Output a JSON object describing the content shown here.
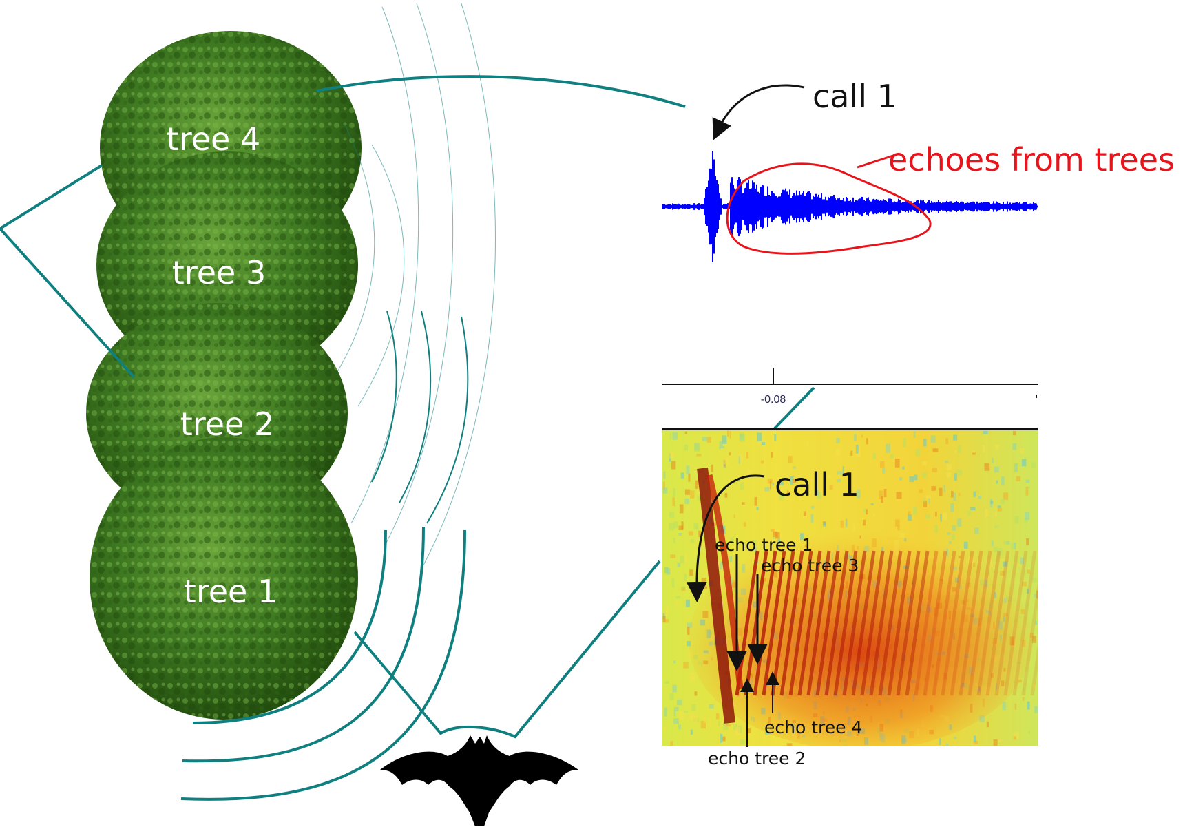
{
  "trees": [
    {
      "label": "tree 4"
    },
    {
      "label": "tree 3"
    },
    {
      "label": "tree 2"
    },
    {
      "label": "tree 1"
    }
  ],
  "waveform": {
    "call_label": "call 1",
    "echoes_label": "echoes from trees",
    "waveform_color": "#0000ff",
    "echo_outline_color": "#e8141b"
  },
  "spectrogram": {
    "time_tick_label": "-0.08",
    "call_label": "call 1",
    "echo_labels": {
      "tree1": "echo tree 1",
      "tree2": "echo tree 2",
      "tree3": "echo tree 3",
      "tree4": "echo tree 4"
    }
  },
  "colors": {
    "connector": "#107f7f",
    "tree_foliage_dark": "#2e5e16",
    "tree_foliage_light": "#6aa43a",
    "bat": "#000000"
  },
  "icons": {
    "bat": "bat-silhouette-icon",
    "trees": "tree-canopy-icon"
  }
}
